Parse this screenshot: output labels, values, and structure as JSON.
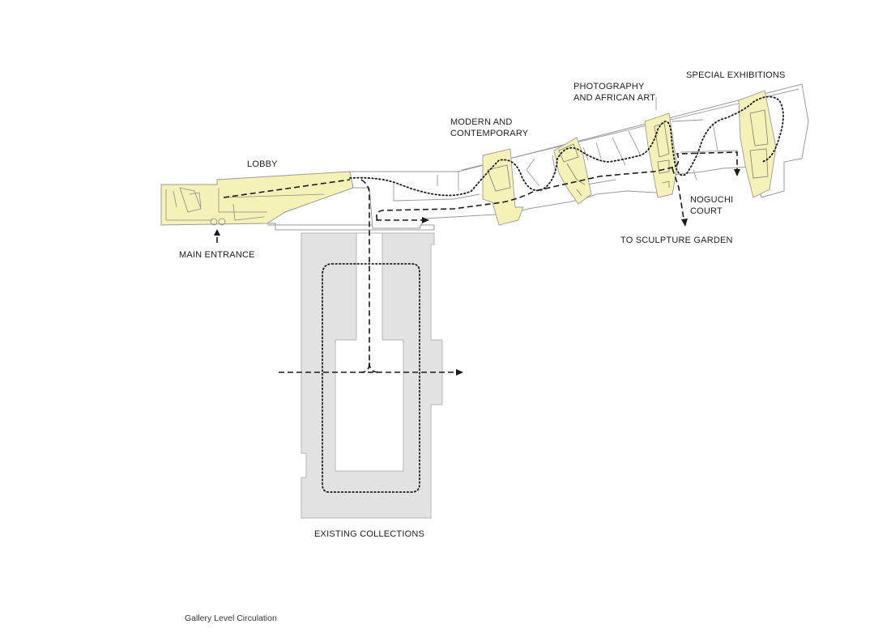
{
  "labels": {
    "lobby": "LOBBY",
    "main_entrance": "MAIN ENTRANCE",
    "modern_line1": "MODERN AND",
    "modern_line2": "CONTEMPORARY",
    "photo_line1": "PHOTOGRAPHY",
    "photo_line2": "AND AFRICAN ART",
    "special": "SPECIAL EXHIBITIONS",
    "noguchi_line1": "NOGUCHI",
    "noguchi_line2": "COURT",
    "sculpture": "TO SCULPTURE GARDEN",
    "existing": "EXISTING COLLECTIONS"
  },
  "caption": "Gallery Level Circulation",
  "colors": {
    "highlight": "#f5f2b8",
    "existing_fill": "#e2e2e2",
    "outline": "#9a9a9a",
    "path": "#1a1a1a"
  }
}
